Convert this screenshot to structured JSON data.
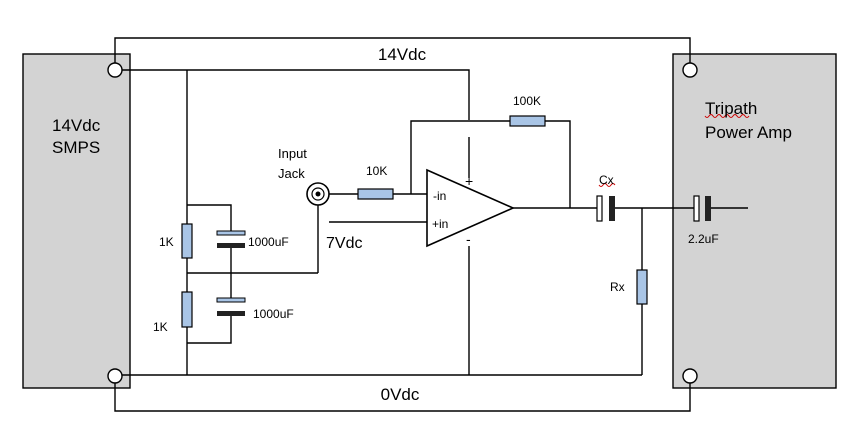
{
  "rails": {
    "top": "14Vdc",
    "bottom": "0Vdc",
    "mid": "7Vdc"
  },
  "smps": {
    "line1": "14Vdc",
    "line2": "SMPS"
  },
  "amp": {
    "line1": "Tripath",
    "line2": "Power Amp"
  },
  "input": {
    "line1": "Input",
    "line2": "Jack"
  },
  "resistors": {
    "feedback": "100K",
    "input": "10K",
    "divider_top": "1K",
    "divider_bottom": "1K",
    "load": "Rx"
  },
  "capacitors": {
    "decouple_top": "1000uF",
    "decouple_bottom": "1000uF",
    "coupling": "Cx",
    "amp_input": "2.2uF"
  },
  "opamp": {
    "inv": "-in",
    "noninv": "+in",
    "vpos": "+",
    "vneg": "-"
  },
  "colors": {
    "resistor_fill": "#a9c5e6",
    "block_fill": "#d3d3d3",
    "squiggle": "#cc0000"
  }
}
